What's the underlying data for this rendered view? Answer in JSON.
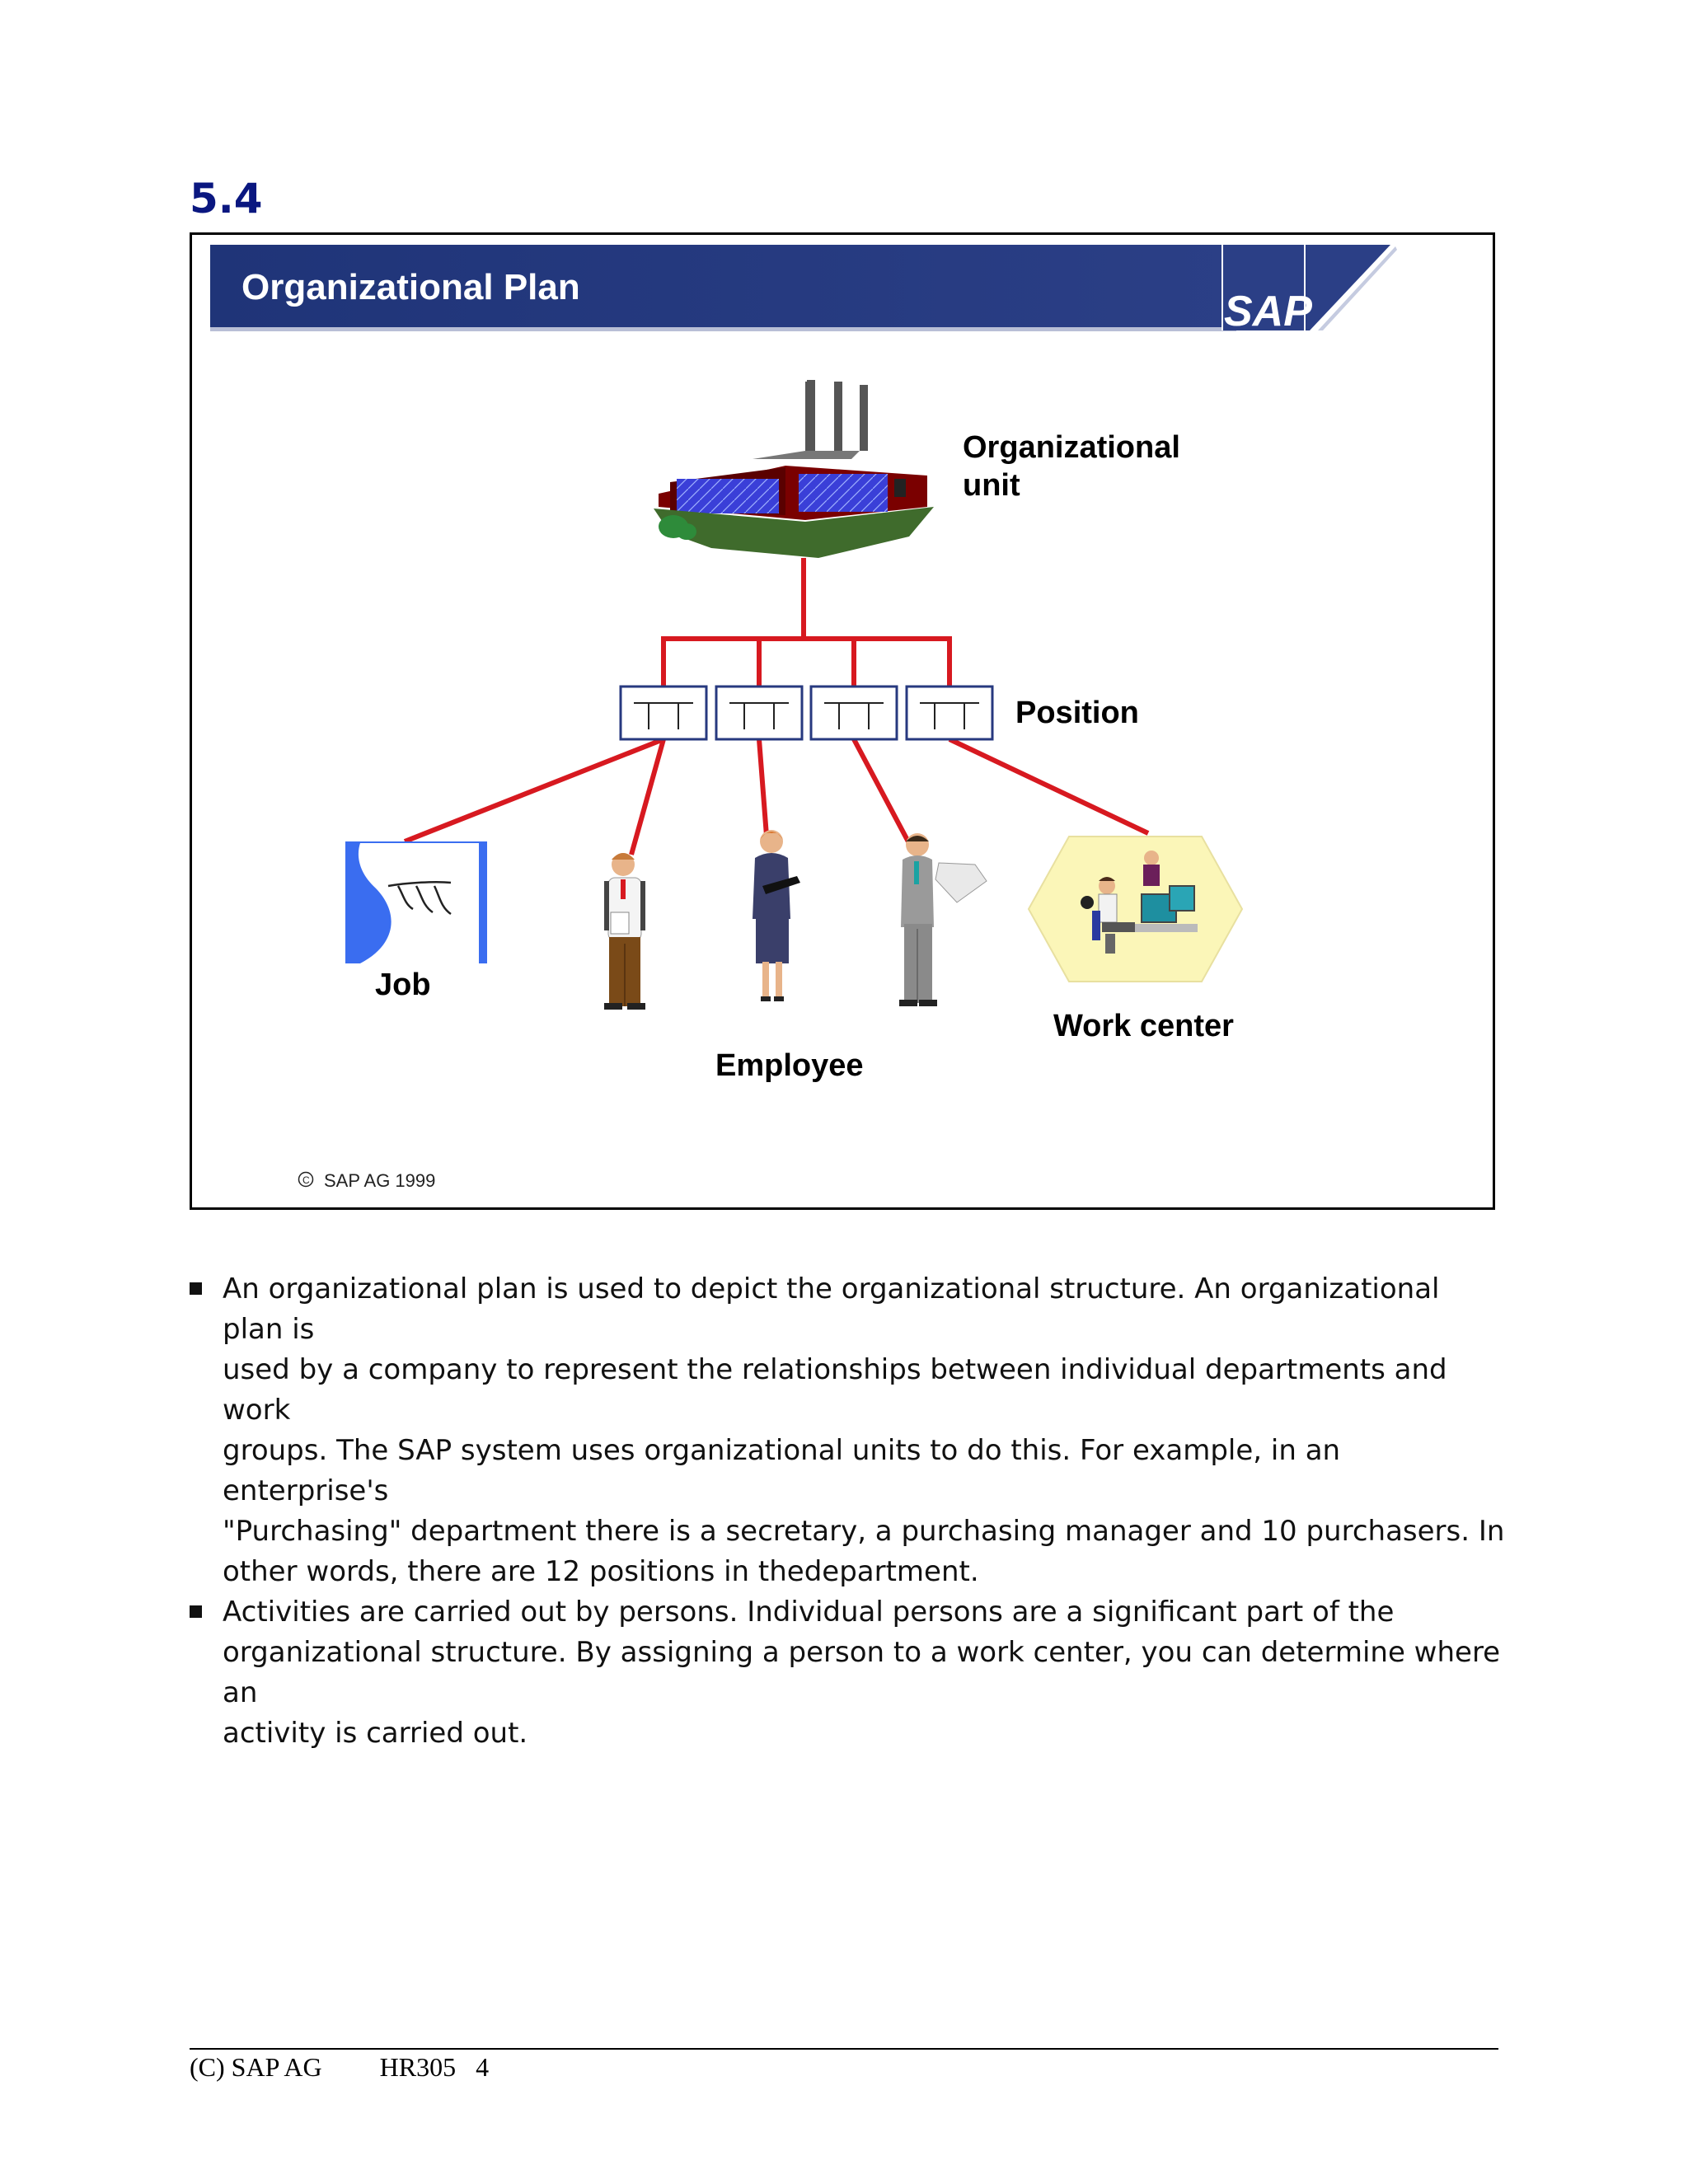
{
  "section_number": "5.4",
  "slide": {
    "title": "Organizational Plan",
    "logo_text": "SAP",
    "labels": {
      "org_unit_line1": "Organizational",
      "org_unit_line2": "unit",
      "position": "Position",
      "job": "Job",
      "employee": "Employee",
      "work_center": "Work center"
    },
    "copyright": "SAP AG 1999",
    "copyright_symbol": "©"
  },
  "bullets": [
    {
      "lines": [
        "An organizational plan is used to depict the organizational structure. An organizational plan is",
        "used by a company to represent the relationships between individual departments and work",
        "groups. The SAP system uses organizational units to do this. For example, in an enterprise's",
        "\"Purchasing\" department there is a secretary, a purchasing manager and 10 purchasers. In",
        "other words, there are 12 positions in thedepartment."
      ]
    },
    {
      "lines": [
        "Activities are carried out by persons. Individual persons are a significant part of the",
        "organizational structure. By assigning a person to a work center, you can determine where an",
        "activity is carried out."
      ]
    }
  ],
  "footer": {
    "company": "(C) SAP AG",
    "course": "HR305",
    "page": "4"
  },
  "colors": {
    "title_bar": "#27397f",
    "connector": "#d71920",
    "section_number": "#0a1780"
  }
}
